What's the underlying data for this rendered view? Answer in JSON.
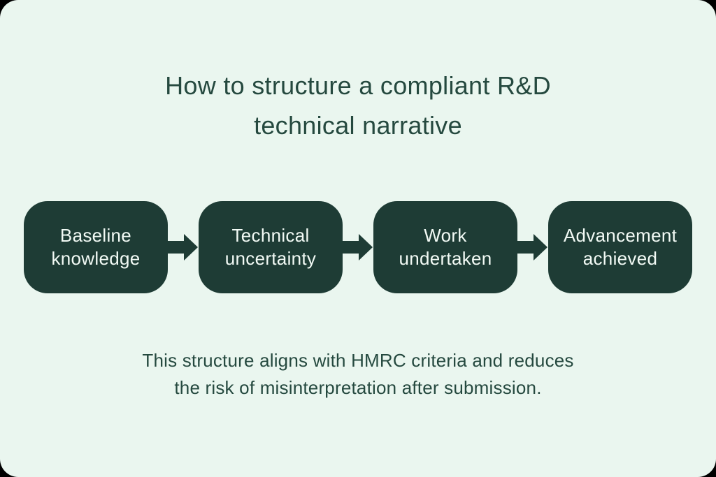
{
  "colors": {
    "outer_background": "#000000",
    "card_background": "#EAF6EF",
    "box_fill": "#1E3C35",
    "box_text": "#F2FAF5",
    "heading_text": "#25493F",
    "arrow_fill": "#1E3C35"
  },
  "title": {
    "line1": "How to structure a compliant R&D",
    "line2": "technical narrative"
  },
  "steps": [
    {
      "line1": "Baseline",
      "line2": "knowledge"
    },
    {
      "line1": "Technical",
      "line2": "uncertainty"
    },
    {
      "line1": "Work",
      "line2": "undertaken"
    },
    {
      "line1": "Advancement",
      "line2": "achieved"
    }
  ],
  "footer": {
    "line1": "This structure aligns with HMRC criteria and reduces",
    "line2": "the risk of misinterpretation after submission."
  }
}
